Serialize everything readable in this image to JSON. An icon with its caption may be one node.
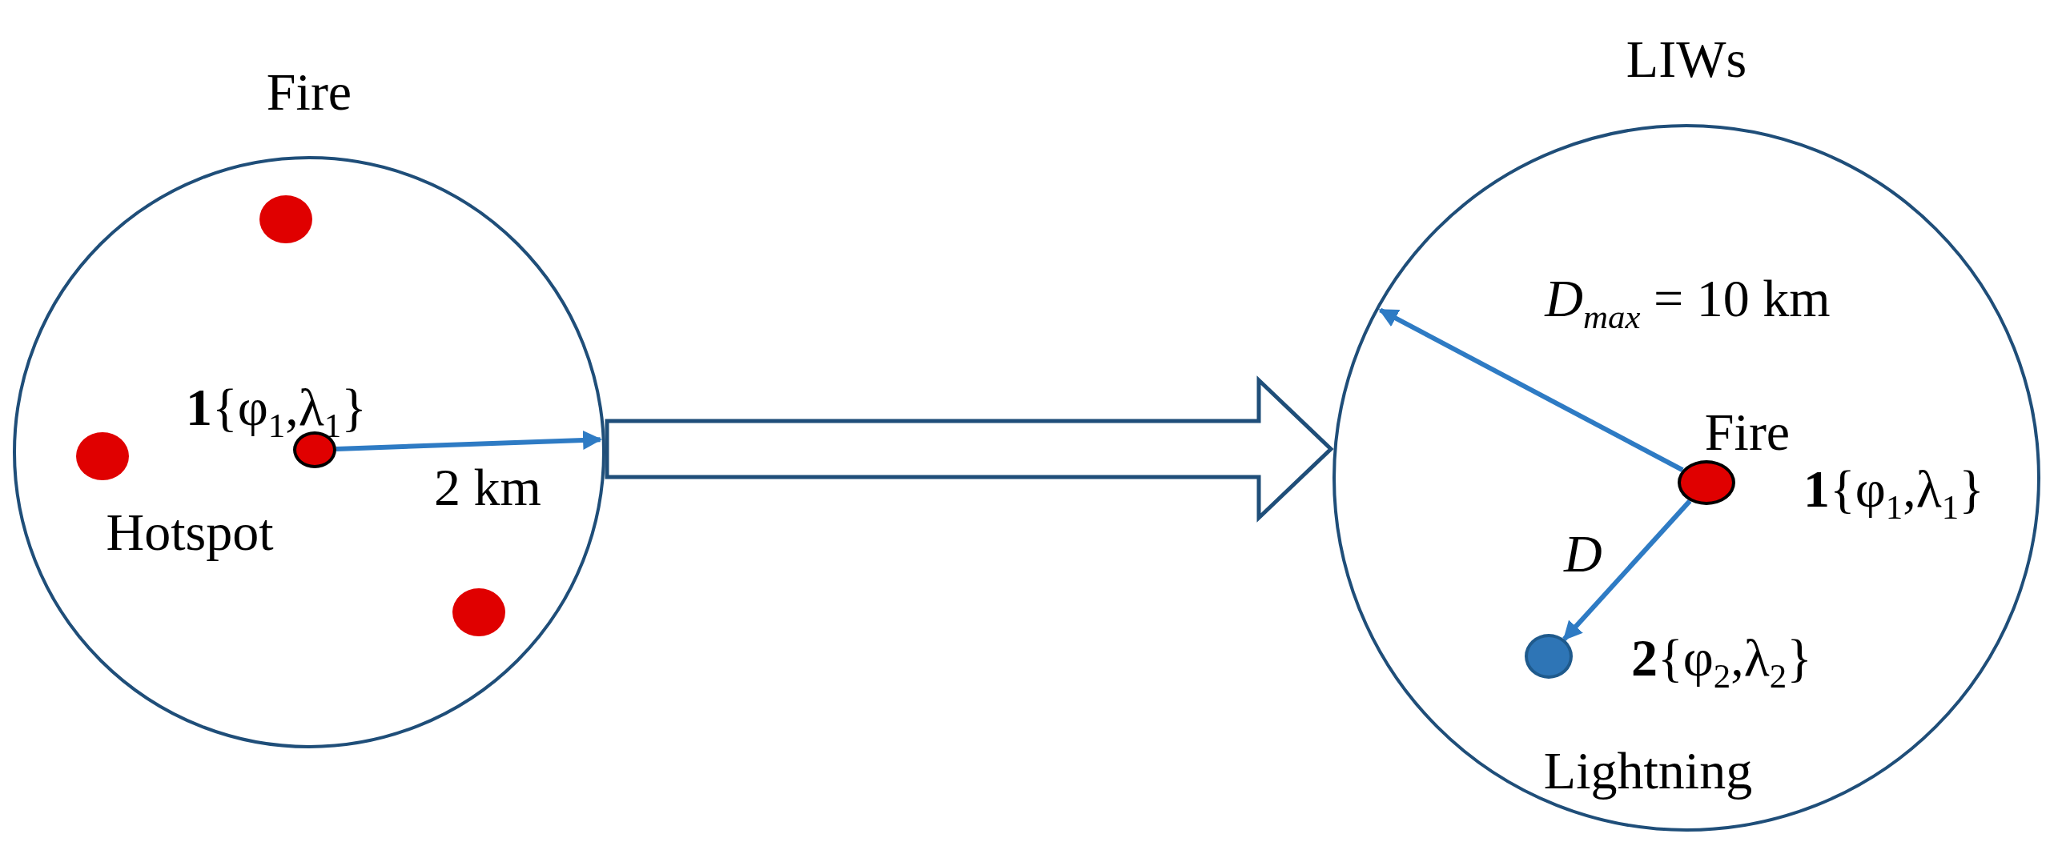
{
  "diagram": {
    "nodes": [
      {
        "text": [
          "Fire"
        ]
      },
      {
        "text": [],
        "shape": "circle",
        "in": 0
      },
      {
        "text": [],
        "shape": "circle",
        "in": 0
      },
      {
        "text": [],
        "shape": "circle",
        "in": 0,
        "beside": [
          "**1**{φ$_{1}$,λ$_{1}$}",
          "Hotspot"
        ]
      },
      {
        "text": [],
        "shape": "circle",
        "in": 0
      },
      {
        "text": [
          "LIWs"
        ]
      },
      {
        "text": [],
        "shape": "circle",
        "in": 5,
        "beside": [
          "Fire",
          "**1**{φ$_{1}$,λ$_{1}$}"
        ]
      },
      {
        "text": [],
        "shape": "circle",
        "in": 5,
        "beside": [
          "**2**{φ$_{2}$,λ$_{2}$}",
          "Lightning"
        ]
      }
    ],
    "edges": [
      {
        "from": 3,
        "to": 0,
        "arrow": "to",
        "label": "2 km"
      },
      {
        "from": 0,
        "to": 5,
        "arrow": "to",
        "style": "thick"
      },
      {
        "from": 6,
        "to": 5,
        "arrow": "to",
        "label": "*D*$_{max}$ = 10 km"
      },
      {
        "from": 6,
        "to": 7,
        "arrow": "to",
        "label": "*D*"
      }
    ]
  }
}
